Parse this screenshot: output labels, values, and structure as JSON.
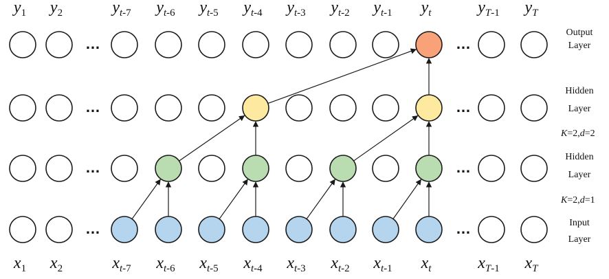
{
  "colors": {
    "empty": "#ffffff",
    "input": "#b5d5ee",
    "hidden1": "#b9ddb0",
    "hidden2": "#fde9a0",
    "output": "#f9a27a"
  },
  "columns": [
    {
      "id": "1",
      "x_var": "x",
      "y_var": "y",
      "sub": "1"
    },
    {
      "id": "2",
      "x_var": "x",
      "y_var": "y",
      "sub": "2"
    },
    {
      "id": "dots",
      "ellipsis": "…"
    },
    {
      "id": "t-7",
      "x_var": "x",
      "y_var": "y",
      "sub_italic": "t",
      "sub_rest": "-7"
    },
    {
      "id": "t-6",
      "x_var": "x",
      "y_var": "y",
      "sub_italic": "t",
      "sub_rest": "-6"
    },
    {
      "id": "t-5",
      "x_var": "x",
      "y_var": "y",
      "sub_italic": "t",
      "sub_rest": "-5"
    },
    {
      "id": "t-4",
      "x_var": "x",
      "y_var": "y",
      "sub_italic": "t",
      "sub_rest": "-4"
    },
    {
      "id": "t-3",
      "x_var": "x",
      "y_var": "y",
      "sub_italic": "t",
      "sub_rest": "-3"
    },
    {
      "id": "t-2",
      "x_var": "x",
      "y_var": "y",
      "sub_italic": "t",
      "sub_rest": "-2"
    },
    {
      "id": "t-1",
      "x_var": "x",
      "y_var": "y",
      "sub_italic": "t",
      "sub_rest": "-1"
    },
    {
      "id": "t",
      "x_var": "x",
      "y_var": "y",
      "sub_italic": "t",
      "sub_rest": ""
    },
    {
      "id": "dots2",
      "ellipsis": "…"
    },
    {
      "id": "T-1",
      "x_var": "x",
      "y_var": "y",
      "sub_italic": "T",
      "sub_rest": "-1"
    },
    {
      "id": "T",
      "x_var": "x",
      "y_var": "y",
      "sub_italic": "T",
      "sub_rest": ""
    }
  ],
  "layers": {
    "output": {
      "label_line1": "Output",
      "label_line2": "Layer",
      "filled": {
        "t": "output"
      }
    },
    "hidden2": {
      "label_line1": "Hidden",
      "label_line2": "Layer",
      "filled": {
        "t-4": "hidden2",
        "t": "hidden2"
      }
    },
    "hidden1": {
      "label_line1": "Hidden",
      "label_line2": "Layer",
      "filled": {
        "t-6": "hidden1",
        "t-4": "hidden1",
        "t-2": "hidden1",
        "t": "hidden1"
      }
    },
    "input": {
      "label_line1": "Input",
      "label_line2": "Layer",
      "filled": {
        "t-7": "input",
        "t-6": "input",
        "t-5": "input",
        "t-4": "input",
        "t-3": "input",
        "t-2": "input",
        "t-1": "input",
        "t": "input"
      }
    }
  },
  "params": {
    "upper": {
      "K": "K",
      "eq1": "=2,",
      "d": "d",
      "eq2": "=2"
    },
    "lower": {
      "K": "K",
      "eq1": "=2,",
      "d": "d",
      "eq2": "=1"
    }
  },
  "edges": [
    {
      "from": [
        "input",
        "t-7"
      ],
      "to": [
        "hidden1",
        "t-6"
      ]
    },
    {
      "from": [
        "input",
        "t-6"
      ],
      "to": [
        "hidden1",
        "t-6"
      ]
    },
    {
      "from": [
        "input",
        "t-5"
      ],
      "to": [
        "hidden1",
        "t-4"
      ]
    },
    {
      "from": [
        "input",
        "t-4"
      ],
      "to": [
        "hidden1",
        "t-4"
      ]
    },
    {
      "from": [
        "input",
        "t-3"
      ],
      "to": [
        "hidden1",
        "t-2"
      ]
    },
    {
      "from": [
        "input",
        "t-2"
      ],
      "to": [
        "hidden1",
        "t-2"
      ]
    },
    {
      "from": [
        "input",
        "t-1"
      ],
      "to": [
        "hidden1",
        "t"
      ]
    },
    {
      "from": [
        "input",
        "t"
      ],
      "to": [
        "hidden1",
        "t"
      ]
    },
    {
      "from": [
        "hidden1",
        "t-6"
      ],
      "to": [
        "hidden2",
        "t-4"
      ]
    },
    {
      "from": [
        "hidden1",
        "t-4"
      ],
      "to": [
        "hidden2",
        "t-4"
      ]
    },
    {
      "from": [
        "hidden1",
        "t-2"
      ],
      "to": [
        "hidden2",
        "t"
      ]
    },
    {
      "from": [
        "hidden1",
        "t"
      ],
      "to": [
        "hidden2",
        "t"
      ]
    },
    {
      "from": [
        "hidden2",
        "t-4"
      ],
      "to": [
        "output",
        "t"
      ]
    },
    {
      "from": [
        "hidden2",
        "t"
      ],
      "to": [
        "output",
        "t"
      ]
    }
  ]
}
